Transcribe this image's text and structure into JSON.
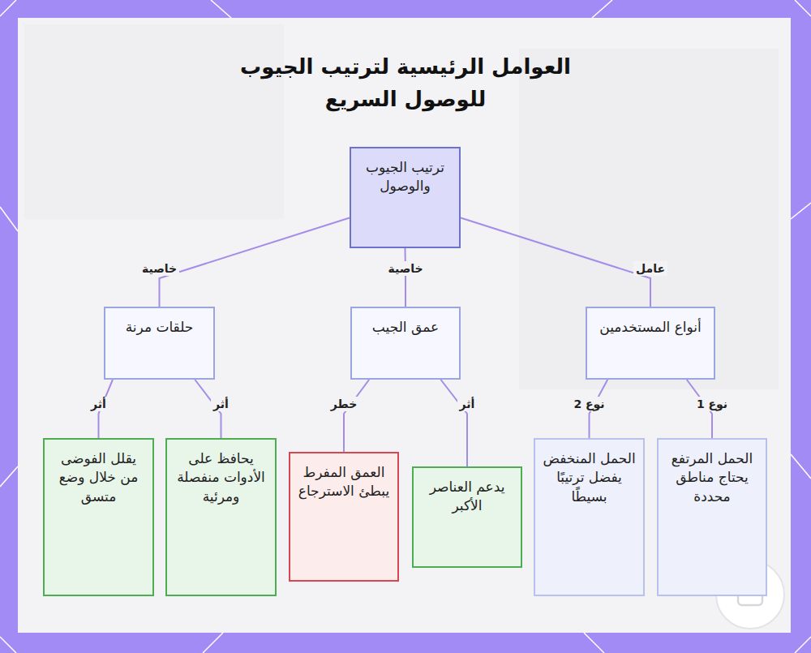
{
  "diagram": {
    "title": "العوامل الرئيسية لترتيب الجيوب للوصول السريع",
    "nodes": [
      {
        "text": [
          "ترتيب الجيوب والوصول"
        ]
      },
      {
        "text": [
          "أنواع المستخدمين"
        ]
      },
      {
        "text": [
          "عمق الجيب"
        ]
      },
      {
        "text": [
          "حلقات مرنة"
        ]
      },
      {
        "text": [
          "الحمل المرتفع يحتاج مناطق محددة"
        ]
      },
      {
        "text": [
          "الحمل المنخفض يفضل ترتيبًا بسيطًا"
        ]
      },
      {
        "text": [
          "يدعم العناصر الأكبر"
        ]
      },
      {
        "text": [
          "العمق المفرط يبطئ الاسترجاع"
        ]
      },
      {
        "text": [
          "يحافظ على الأدوات منفصلة ومرئية"
        ]
      },
      {
        "text": [
          "يقلل الفوضى من خلال وضع متسق"
        ]
      }
    ],
    "edges": [
      {
        "from": 0,
        "to": 1,
        "label": "عامل",
        "arrow": "none"
      },
      {
        "from": 0,
        "to": 2,
        "label": "خاصية",
        "arrow": "none"
      },
      {
        "from": 0,
        "to": 3,
        "label": "خاصية",
        "arrow": "none"
      },
      {
        "from": 1,
        "to": 4,
        "label": "نوع 1",
        "arrow": "none"
      },
      {
        "from": 1,
        "to": 5,
        "label": "نوع 2",
        "arrow": "none"
      },
      {
        "from": 2,
        "to": 6,
        "label": "أثر",
        "arrow": "none"
      },
      {
        "from": 2,
        "to": 7,
        "label": "خطر",
        "arrow": "none"
      },
      {
        "from": 3,
        "to": 8,
        "label": "أثر",
        "arrow": "none"
      },
      {
        "from": 3,
        "to": 9,
        "label": "أثر",
        "arrow": "none"
      }
    ]
  }
}
